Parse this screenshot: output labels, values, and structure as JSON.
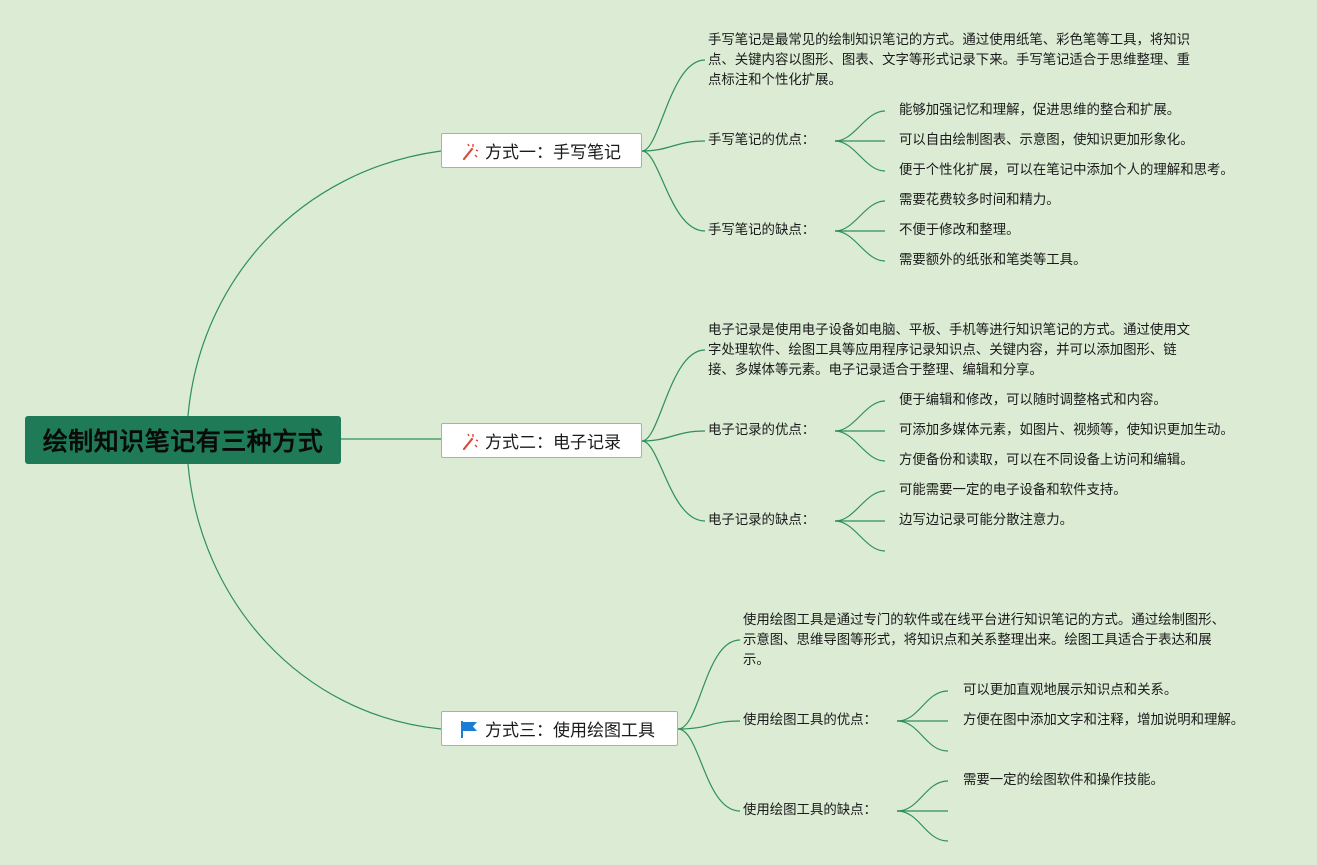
{
  "root": {
    "title": "绘制知识笔记有三种方式"
  },
  "colors": {
    "background": "#dbebd4",
    "root_fill": "#1e7a57",
    "line": "#2f8f5b"
  },
  "methods": [
    {
      "label": "方式一：手写笔记",
      "icon": "magic-wand-icon",
      "description": "手写笔记是最常见的绘制知识笔记的方式。通过使用纸笔、彩色笔等工具，将知识点、关键内容以图形、图表、文字等形式记录下来。手写笔记适合于思维整理、重点标注和个性化扩展。",
      "pros_label": "手写笔记的优点：",
      "pros": [
        "能够加强记忆和理解，促进思维的整合和扩展。",
        "可以自由绘制图表、示意图，使知识更加形象化。",
        "便于个性化扩展，可以在笔记中添加个人的理解和思考。"
      ],
      "cons_label": "手写笔记的缺点：",
      "cons": [
        "需要花费较多时间和精力。",
        "不便于修改和整理。",
        "需要额外的纸张和笔类等工具。"
      ]
    },
    {
      "label": "方式二：电子记录",
      "icon": "magic-wand-icon",
      "description": "电子记录是使用电子设备如电脑、平板、手机等进行知识笔记的方式。通过使用文字处理软件、绘图工具等应用程序记录知识点、关键内容，并可以添加图形、链接、多媒体等元素。电子记录适合于整理、编辑和分享。",
      "pros_label": "电子记录的优点：",
      "pros": [
        "便于编辑和修改，可以随时调整格式和内容。",
        "可添加多媒体元素，如图片、视频等，使知识更加生动。",
        "方便备份和读取，可以在不同设备上访问和编辑。"
      ],
      "cons_label": "电子记录的缺点：",
      "cons": [
        "可能需要一定的电子设备和软件支持。",
        "边写边记录可能分散注意力。",
        ""
      ]
    },
    {
      "label": "方式三：使用绘图工具",
      "icon": "blue-flag-icon",
      "description": "使用绘图工具是通过专门的软件或在线平台进行知识笔记的方式。通过绘制图形、示意图、思维导图等形式，将知识点和关系整理出来。绘图工具适合于表达和展示。",
      "pros_label": "使用绘图工具的优点：",
      "pros": [
        "可以更加直观地展示知识点和关系。",
        "方便在图中添加文字和注释，增加说明和理解。",
        ""
      ],
      "cons_label": "使用绘图工具的缺点：",
      "cons": [
        "需要一定的绘图软件和操作技能。",
        "",
        ""
      ]
    }
  ]
}
